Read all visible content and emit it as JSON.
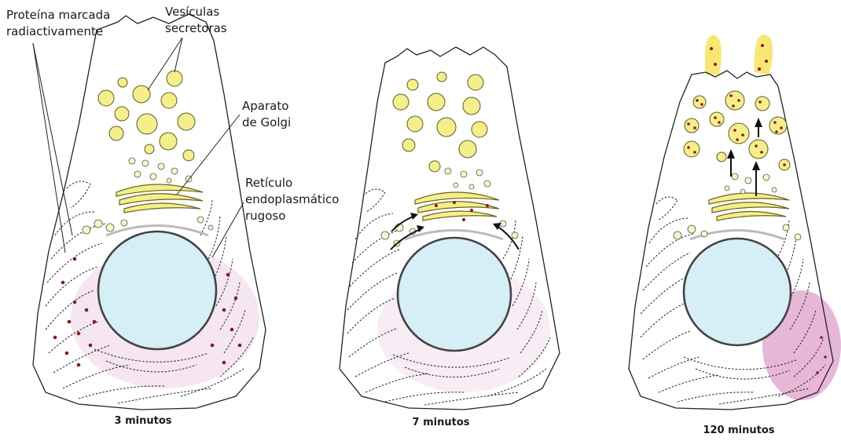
{
  "labels": {
    "protein": [
      "Proteína marcada",
      "radiactivamente"
    ],
    "vesicles": [
      "Vesículas",
      "secretoras"
    ],
    "golgi": [
      "Aparato",
      "de Golgi"
    ],
    "rer": [
      "Retículo",
      "endoplasmático",
      "rugoso"
    ]
  },
  "panels": [
    {
      "caption": "3 minutos"
    },
    {
      "caption": "7 minutos"
    },
    {
      "caption": "120 minutos"
    }
  ],
  "colors": {
    "vesicle": "#f4ef8a",
    "nucleus": "#d6eef6",
    "labeled_protein": "#8b1a1a",
    "er_tint": "#e6b8d6"
  }
}
